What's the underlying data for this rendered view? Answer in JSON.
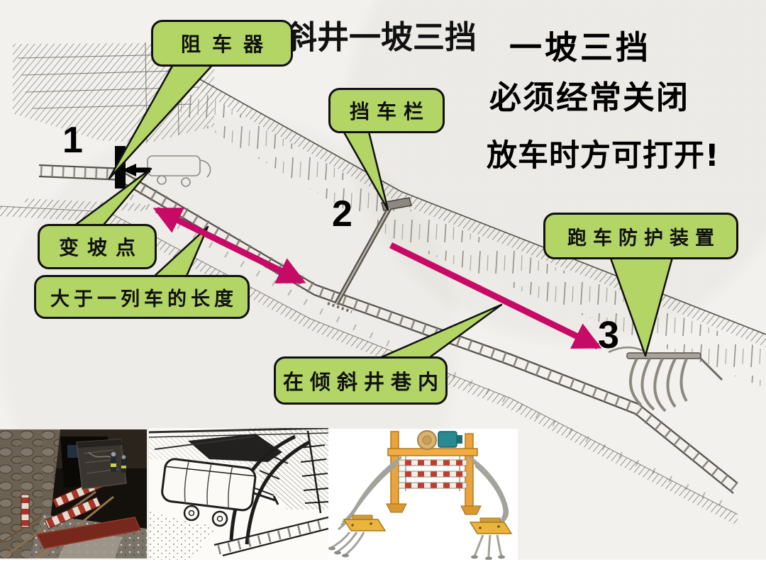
{
  "slide": {
    "title": "斜井一坡三挡",
    "slogan": [
      "一坡三挡",
      "必须经常关闭",
      "放车时方可打开!"
    ],
    "callouts": {
      "zucheqi": "阻车器",
      "dangchelan": "挡车栏",
      "bianpodian": "变坡点",
      "train_length": "大于一列车的长度",
      "inclined_roadway": "在倾斜井巷内",
      "paoche_device": "跑车防护装置"
    },
    "markers": [
      "1",
      "2",
      "3"
    ],
    "colors": {
      "callout_green": "#b3d566",
      "arrow_magenta": "#c70a66",
      "ink_black": "#111111",
      "paper": "#f2f1ed"
    },
    "figures": {
      "diagram": "inclined-shaft-line-drawing",
      "photo": "mine-track-stopper-photo",
      "sketch": "mine-car-catcher-sketch",
      "render": "runaway-car-protection-device-render"
    }
  }
}
